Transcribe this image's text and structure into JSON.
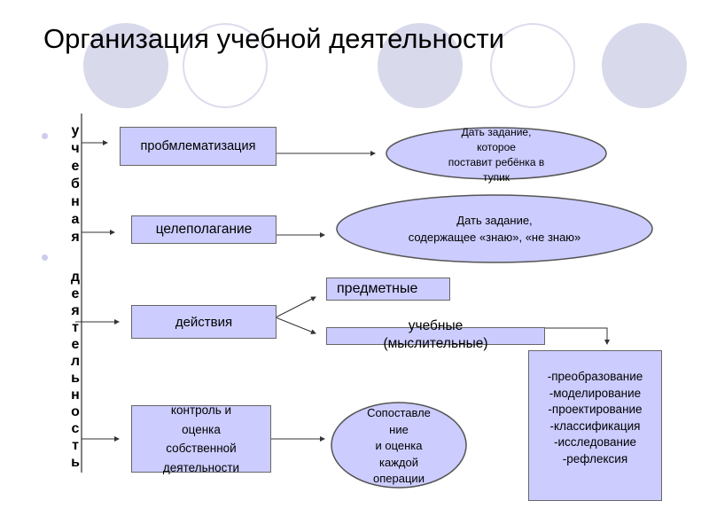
{
  "title": "Организация учебной деятельности",
  "vertical_label_1": [
    "у",
    "ч",
    "е",
    "б",
    "н",
    "а",
    "я"
  ],
  "vertical_label_2": [
    "д",
    "е",
    "я",
    "т",
    "е",
    "л",
    "ь",
    "н",
    "о",
    "с",
    "т",
    "ь"
  ],
  "boxes": {
    "problem": "пробмлематизация",
    "goal": "целеполагание",
    "actions": "действия",
    "control": [
      "контроль и",
      "оценка",
      "собственной",
      "деятельности"
    ],
    "subject": "предметные",
    "learning": [
      "учебные",
      "(мыслительные)"
    ],
    "operations": [
      "-преобразование",
      "-моделирование",
      "-проектирование",
      "-классификация",
      "-исследование",
      "-рефлексия"
    ]
  },
  "ellipses": {
    "task1": [
      "Дать задание,",
      "которое",
      "поставит ребёнка в",
      "тупик"
    ],
    "task2": [
      "Дать задание,",
      "содержащее «знаю», «не знаю»"
    ],
    "compare": [
      "Сопоставле",
      "ние",
      "и оценка",
      "каждой",
      "операции"
    ]
  },
  "colors": {
    "box_fill": "#ccccff",
    "decor_circle": "#d9d9ec"
  }
}
